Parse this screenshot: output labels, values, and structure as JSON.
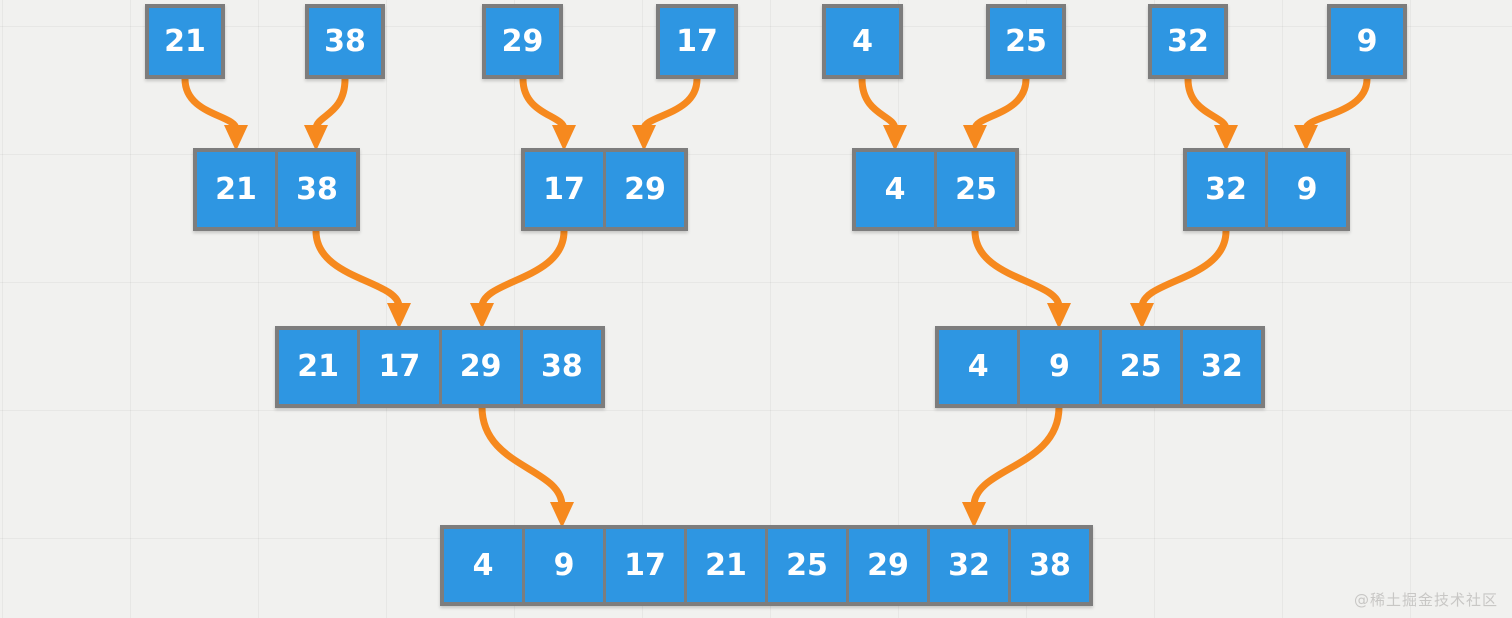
{
  "watermark": "@稀土掘金技术社区",
  "colors": {
    "background": "#F1F1EF",
    "box_fill": "#2E96E2",
    "box_border": "#7D7D7D",
    "arrow": "#F6891E",
    "number_text": "#FFFFFF",
    "watermark_text": "#C8C7C5"
  },
  "diagram": {
    "type": "merge-sort-visualization",
    "levels": [
      {
        "name": "unsorted-elements",
        "groups": [
          [
            "21"
          ],
          [
            "38"
          ],
          [
            "29"
          ],
          [
            "17"
          ],
          [
            "4"
          ],
          [
            "25"
          ],
          [
            "32"
          ],
          [
            "9"
          ]
        ]
      },
      {
        "name": "merge-pass-pairs",
        "groups": [
          [
            "21",
            "38"
          ],
          [
            "17",
            "29"
          ],
          [
            "4",
            "25"
          ],
          [
            "32",
            "9"
          ]
        ]
      },
      {
        "name": "merge-pass-quads",
        "groups": [
          [
            "21",
            "17",
            "29",
            "38"
          ],
          [
            "4",
            "9",
            "25",
            "32"
          ]
        ]
      },
      {
        "name": "sorted-result",
        "groups": [
          [
            "4",
            "9",
            "17",
            "21",
            "25",
            "29",
            "32",
            "38"
          ]
        ]
      }
    ],
    "connections": [
      {
        "from": "element-21",
        "to": "pair-21-38"
      },
      {
        "from": "element-38",
        "to": "pair-21-38"
      },
      {
        "from": "element-29",
        "to": "pair-17-29"
      },
      {
        "from": "element-17",
        "to": "pair-17-29"
      },
      {
        "from": "element-4",
        "to": "pair-4-25"
      },
      {
        "from": "element-25",
        "to": "pair-4-25"
      },
      {
        "from": "element-32",
        "to": "pair-32-9"
      },
      {
        "from": "element-9",
        "to": "pair-32-9"
      },
      {
        "from": "pair-21-38",
        "to": "quad-21-17-29-38"
      },
      {
        "from": "pair-17-29",
        "to": "quad-21-17-29-38"
      },
      {
        "from": "pair-4-25",
        "to": "quad-4-9-25-32"
      },
      {
        "from": "pair-32-9",
        "to": "quad-4-9-25-32"
      },
      {
        "from": "quad-21-17-29-38",
        "to": "sorted-array"
      },
      {
        "from": "quad-4-9-25-32",
        "to": "sorted-array"
      }
    ]
  }
}
